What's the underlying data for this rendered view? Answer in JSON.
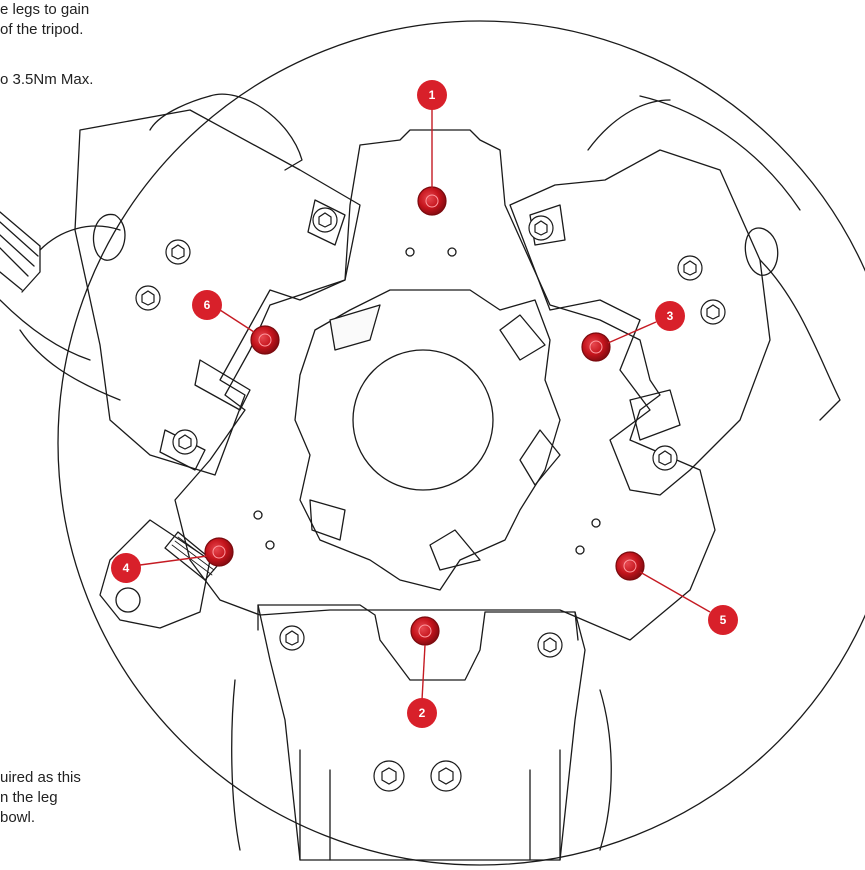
{
  "text_fragments": {
    "top_line1": "e legs to gain",
    "top_line2": "of the tripod.",
    "top_line3": "o 3.5Nm Max.",
    "bottom_line1": "uired as this",
    "bottom_line2": "n the leg",
    "bottom_line3": "bowl."
  },
  "callouts": [
    "1",
    "2",
    "3",
    "4",
    "5",
    "6"
  ],
  "colors": {
    "callout_red": "#d8202a",
    "bolt_red": "#c4141c",
    "line": "#1a1a1a",
    "leader": "#c51b23"
  }
}
